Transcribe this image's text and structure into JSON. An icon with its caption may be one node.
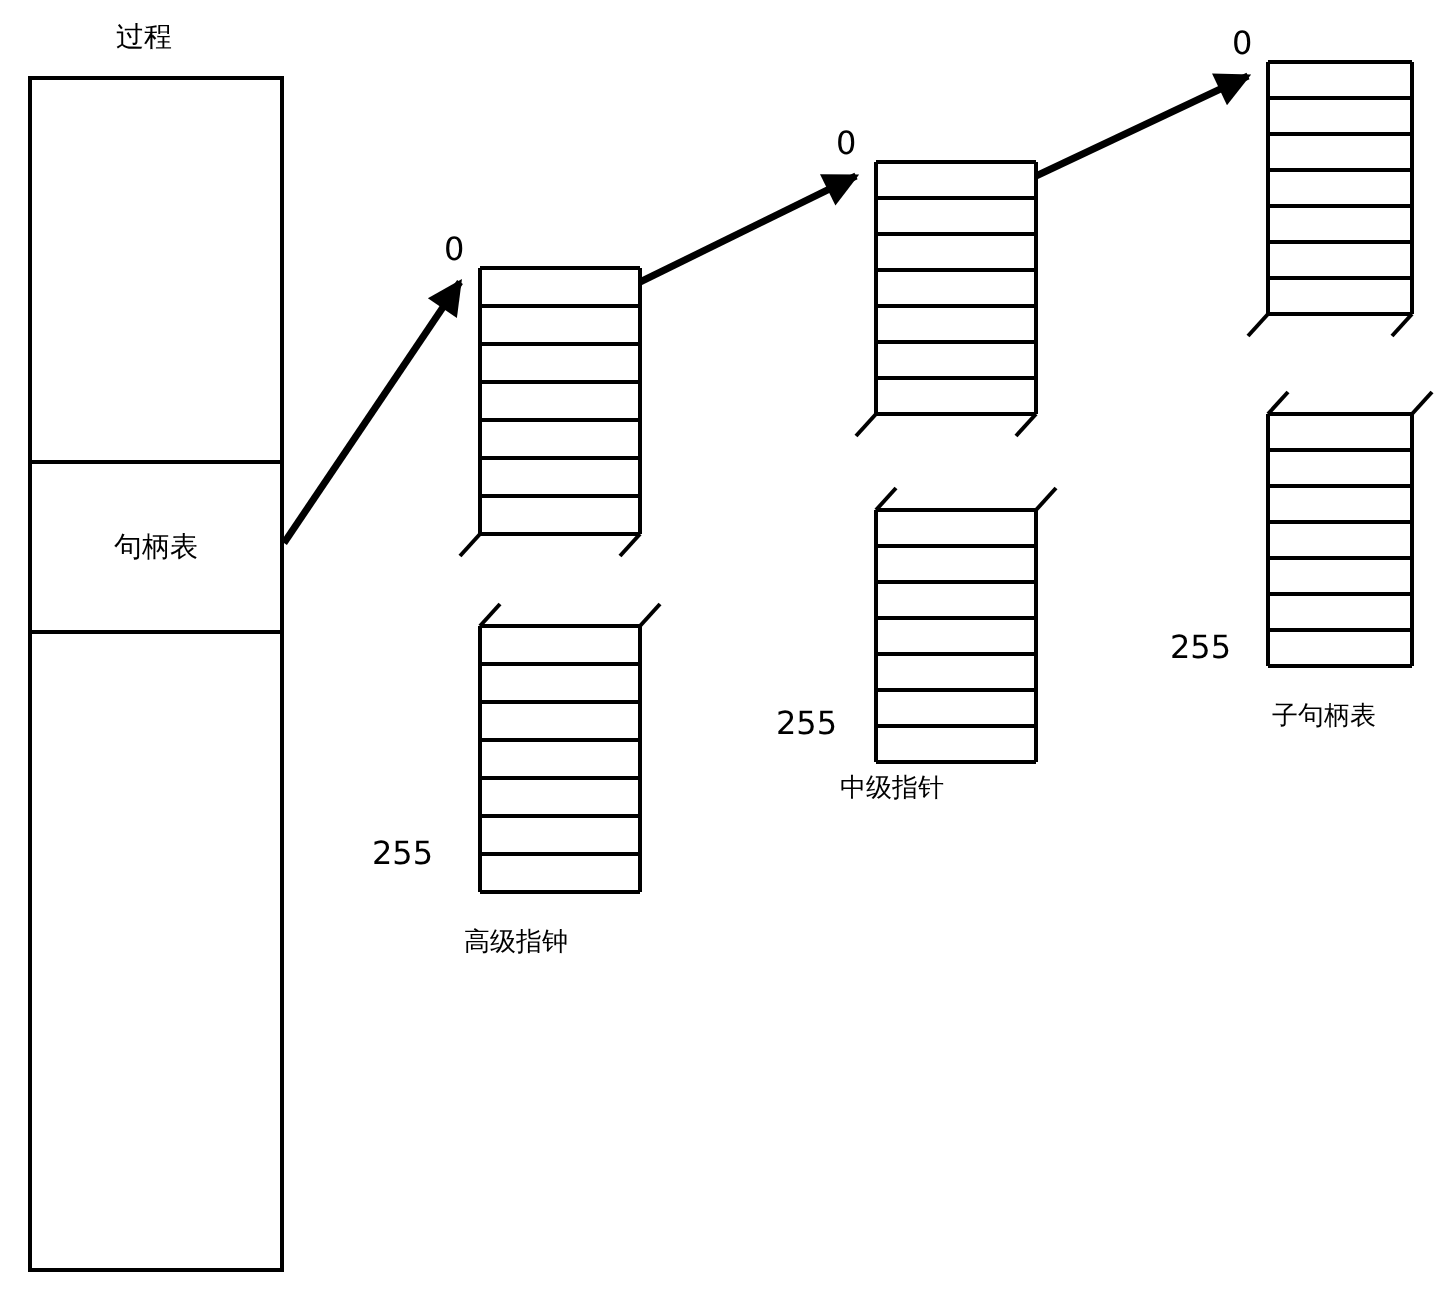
{
  "diagram": {
    "nodes": [
      {
        "text": [
          "过程"
        ]
      },
      {
        "text": [
          "句柄表"
        ],
        "in": 0
      },
      {
        "text": [],
        "shape": "box",
        "beside": [
          "0",
          "255",
          "高级指钟"
        ]
      },
      {
        "text": [],
        "shape": "box",
        "beside": [
          "0",
          "255",
          "中级指针"
        ]
      },
      {
        "text": [],
        "shape": "box",
        "beside": [
          "0",
          "255",
          "子句柄表"
        ]
      }
    ],
    "edges": [
      {
        "from": 1,
        "to": 2,
        "arrow": "to"
      },
      {
        "from": 2,
        "to": 3,
        "arrow": "to"
      },
      {
        "from": 3,
        "to": 4,
        "arrow": "to"
      }
    ]
  }
}
